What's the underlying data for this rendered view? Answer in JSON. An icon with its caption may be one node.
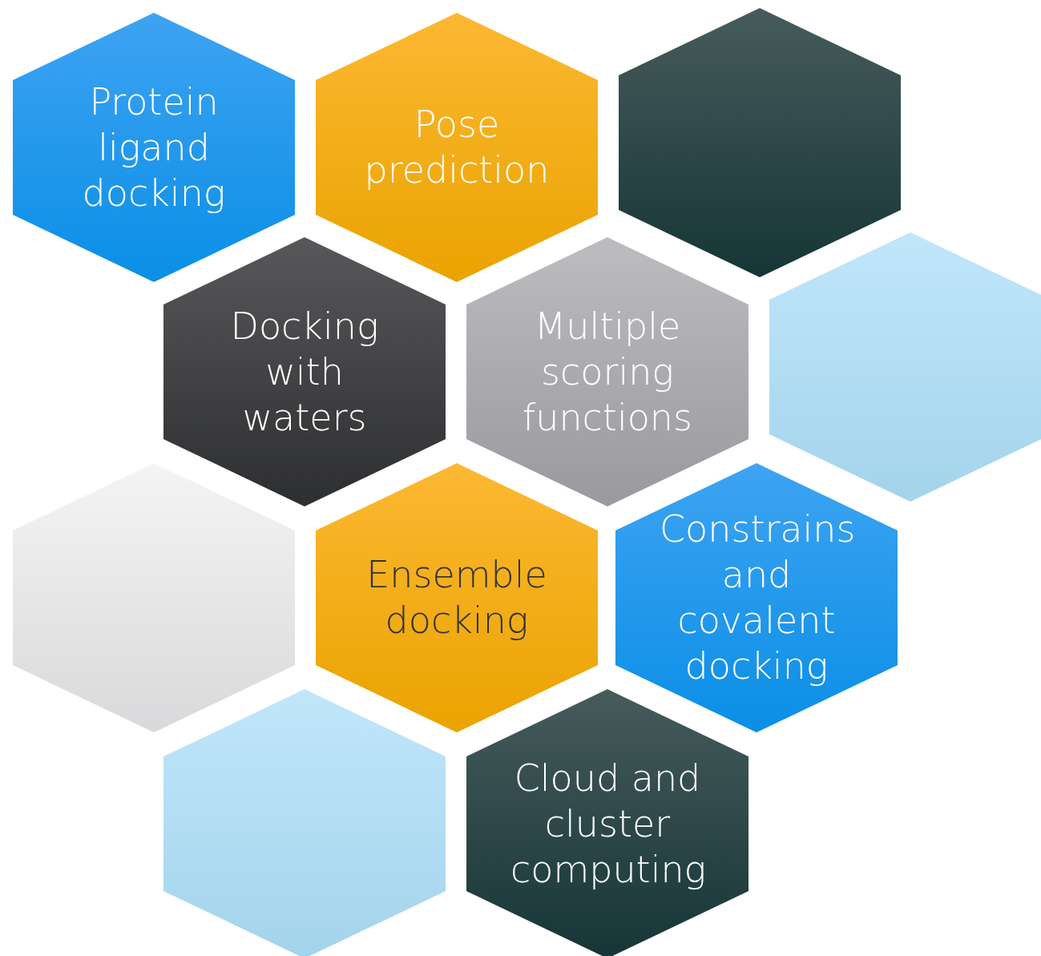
{
  "diagram": {
    "nodes": [
      {
        "text": [
          "Protein ligand docking"
        ]
      },
      {
        "text": [
          "Pose prediction"
        ]
      },
      {
        "text": [],
        "shape": "hexagon"
      },
      {
        "text": [
          "Docking with waters"
        ]
      },
      {
        "text": [
          "Multiple scoring functions"
        ]
      },
      {
        "text": [],
        "shape": "hexagon"
      },
      {
        "text": [],
        "shape": "hexagon"
      },
      {
        "text": [
          "Ensemble docking"
        ]
      },
      {
        "text": [
          "Constrains and covalent docking"
        ]
      },
      {
        "text": [],
        "shape": "hexagon"
      },
      {
        "text": [
          "Cloud and cluster computing"
        ]
      }
    ]
  }
}
